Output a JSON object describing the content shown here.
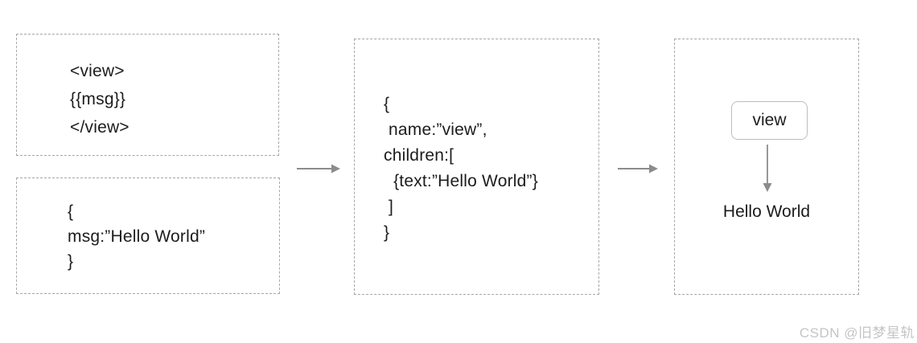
{
  "diagram": {
    "template_box": {
      "lines": [
        "<view>",
        "{{msg}}",
        "</view>"
      ]
    },
    "data_box": {
      "lines": [
        "{",
        "msg:”Hello World”",
        "}"
      ]
    },
    "vdom_box": {
      "lines": [
        "{",
        " name:”view”,",
        "children:[",
        "  {text:”Hello World”}",
        " ]",
        "}"
      ]
    },
    "render_box": {
      "node_label": "view",
      "output_text": "Hello World"
    }
  },
  "watermark": {
    "text": "CSDN @旧梦星轨"
  },
  "colors": {
    "background": "#ffffff",
    "box_border": "#a6a6a6",
    "arrow": "#8c8c8c",
    "text": "#1c1c1c",
    "chip_border": "#bdbdbd",
    "watermark": "#c5c5c5"
  }
}
